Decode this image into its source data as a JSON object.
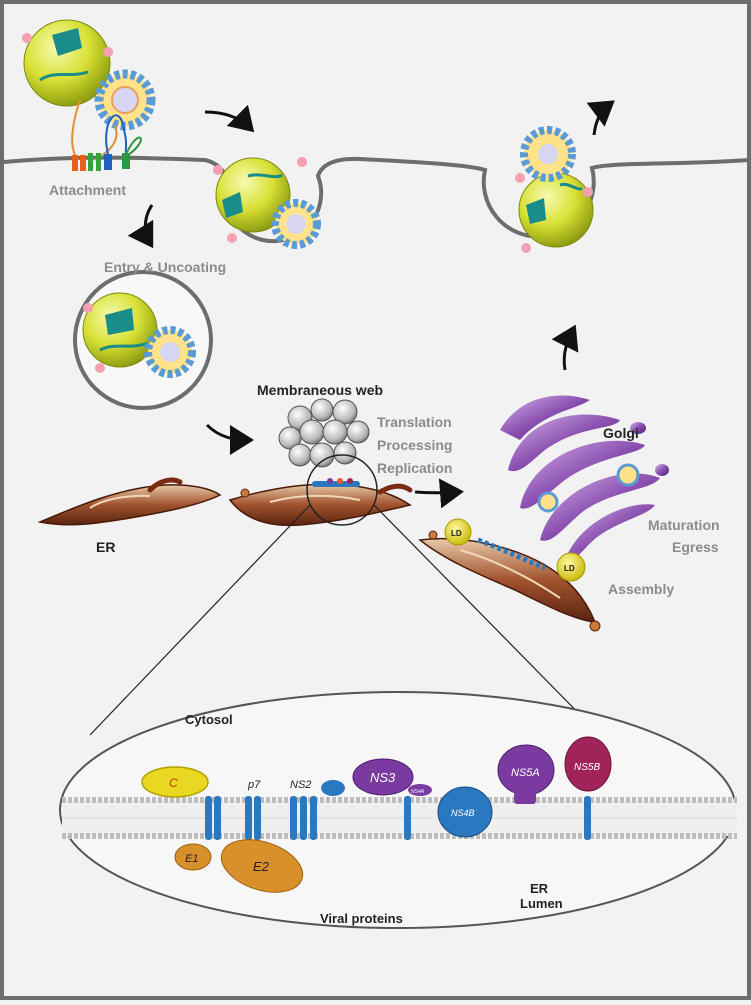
{
  "diagram": {
    "stages": {
      "attachment": "Attachment",
      "entry": "Entry & Uncoating",
      "web": "Membraneous web",
      "translation": "Translation",
      "processing": "Processing",
      "replication": "Replication",
      "golgi": "Golgi",
      "maturation": "Maturation",
      "egress": "Egress",
      "assembly": "Assembly",
      "er": "ER",
      "ld1": "LD",
      "ld2": "LD"
    },
    "inset": {
      "cytosol": "Cytosol",
      "er_lumen_1": "ER",
      "er_lumen_2": "Lumen",
      "viral_proteins": "Viral proteins"
    },
    "proteins": {
      "c": "C",
      "p7": "p7",
      "ns2": "NS2",
      "ns3": "NS3",
      "ns4a": "NS4A",
      "ns4b": "NS4B",
      "ns5a": "NS5A",
      "ns5b": "NS5B",
      "e1": "E1",
      "e2": "E2"
    },
    "colors": {
      "virion": "#d8e034",
      "glycoprotein": "#f4a0b0",
      "capsid_blue": "#5b9bd5",
      "capsid_orange": "#f0a030",
      "er": "#8b3a1a",
      "golgi": "#8a4fb0",
      "ns3": "#7a3aa0",
      "ns5b": "#a0245a",
      "ns4b": "#2a78c0",
      "c_core": "#e8d820",
      "e_glyco": "#d8902a"
    }
  }
}
